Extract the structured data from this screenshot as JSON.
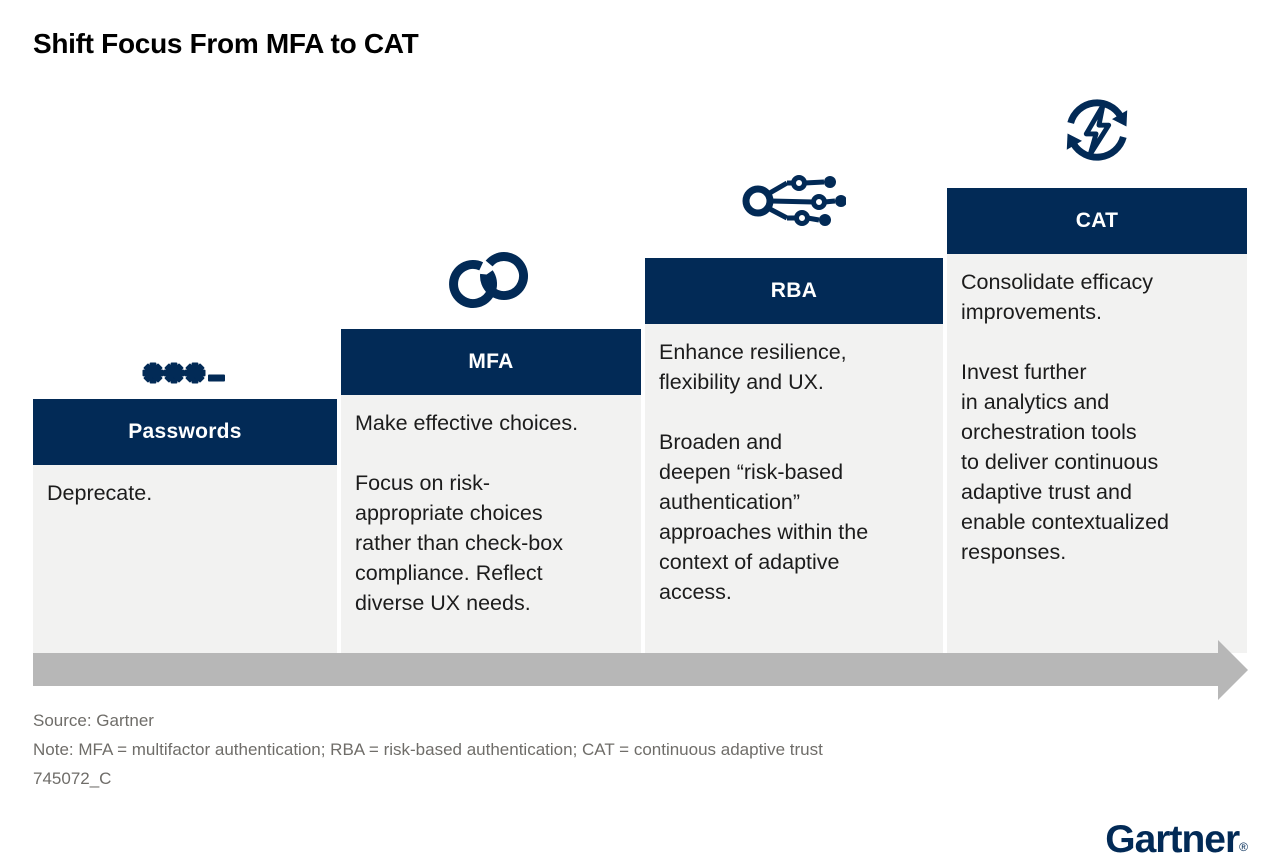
{
  "title": "Shift Focus From MFA to CAT",
  "colors": {
    "navy": "#022a56",
    "column_body_background": "#f2f2f1",
    "arrow_gray": "#b7b7b7",
    "footer_text_gray": "#6f6d69",
    "body_text": "#1c1c1c",
    "header_text": "#ffffff"
  },
  "columns": [
    {
      "label": "Passwords",
      "icon": "password-mask-icon",
      "paragraphs": [
        "Deprecate."
      ]
    },
    {
      "label": "MFA",
      "icon": "linked-rings-icon",
      "paragraphs": [
        "Make effective choices.",
        "Focus on risk-\nappropriate choices\nrather than check-box\ncompliance. Reflect\ndiverse UX needs."
      ]
    },
    {
      "label": "RBA",
      "icon": "network-nodes-icon",
      "paragraphs": [
        "Enhance resilience,\nflexibility and UX.",
        "Broaden and\ndeepen “risk-based\nauthentication”\napproaches within the\ncontext of adaptive\naccess."
      ]
    },
    {
      "label": "CAT",
      "icon": "continuous-refresh-bolt-icon",
      "paragraphs": [
        "Consolidate efficacy\nimprovements.",
        "Invest further\nin analytics and\norchestration tools\nto deliver continuous\nadaptive trust and\nenable contextualized\nresponses."
      ]
    }
  ],
  "footer": {
    "source": "Source: Gartner",
    "note": "Note: MFA = multifactor authentication; RBA = risk-based authentication; CAT = continuous adaptive trust",
    "doc_id": "745072_C"
  },
  "brand": {
    "logo_text": "Gartner",
    "registered_mark": "®"
  }
}
